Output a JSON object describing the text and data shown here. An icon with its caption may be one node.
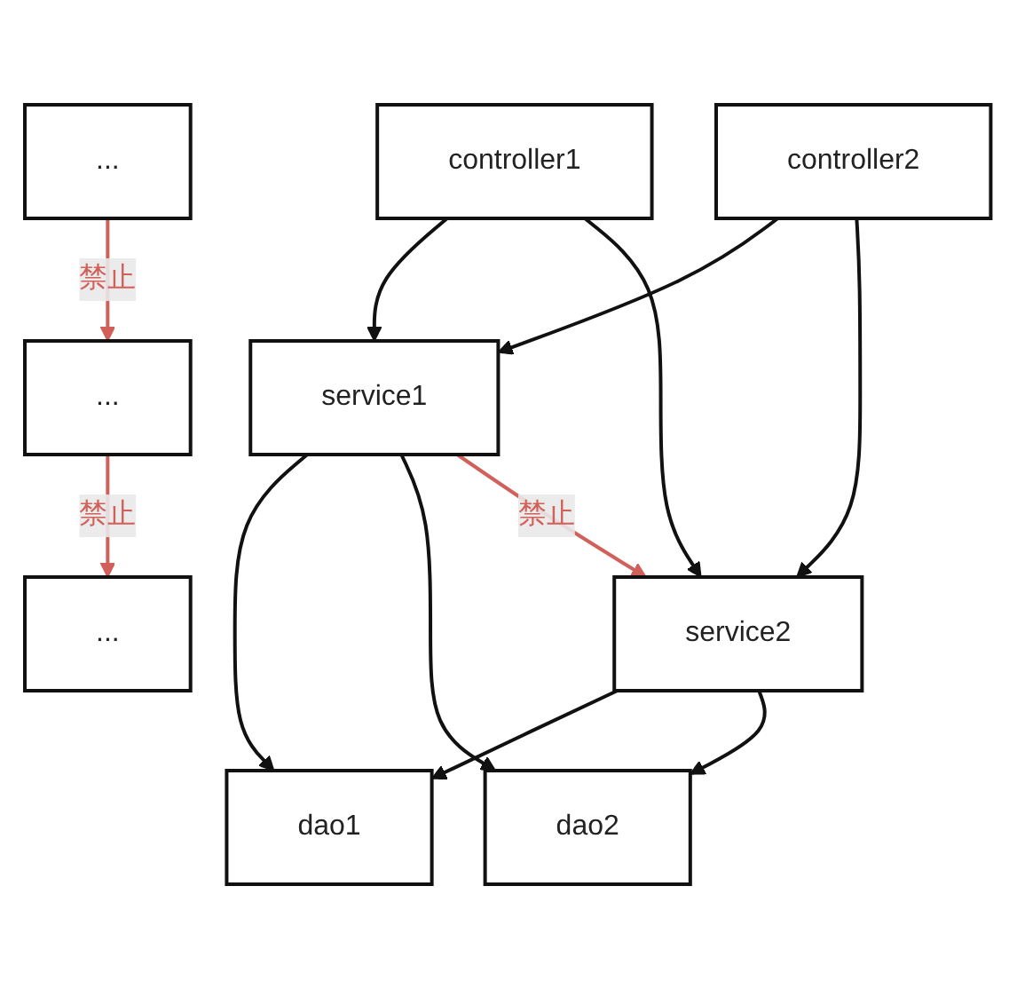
{
  "diagram": {
    "nodes": [
      {
        "text": [
          "controller1"
        ]
      },
      {
        "text": [
          "controller2"
        ]
      },
      {
        "text": [
          "..."
        ]
      },
      {
        "text": [
          "service1"
        ]
      },
      {
        "text": [
          "service2"
        ]
      },
      {
        "text": [
          "..."
        ]
      },
      {
        "text": [
          "dao1"
        ]
      },
      {
        "text": [
          "dao2"
        ]
      },
      {
        "text": [
          "..."
        ]
      }
    ],
    "edges": [
      {
        "from": 0,
        "to": 3,
        "arrow": "to"
      },
      {
        "from": 0,
        "to": 4,
        "arrow": "to"
      },
      {
        "from": 1,
        "to": 3,
        "arrow": "to"
      },
      {
        "from": 1,
        "to": 4,
        "arrow": "to"
      },
      {
        "from": 3,
        "to": 6,
        "arrow": "to"
      },
      {
        "from": 3,
        "to": 7,
        "arrow": "to"
      },
      {
        "from": 4,
        "to": 6,
        "arrow": "to"
      },
      {
        "from": 4,
        "to": 7,
        "arrow": "to"
      },
      {
        "from": 3,
        "to": 4,
        "arrow": "to",
        "label": "禁止",
        "color": "#d2605a"
      },
      {
        "from": 5,
        "to": 2,
        "arrow": "to",
        "label": "禁止",
        "color": "#d2605a"
      },
      {
        "from": 8,
        "to": 5,
        "arrow": "to",
        "label": "禁止",
        "color": "#d2605a"
      }
    ]
  }
}
